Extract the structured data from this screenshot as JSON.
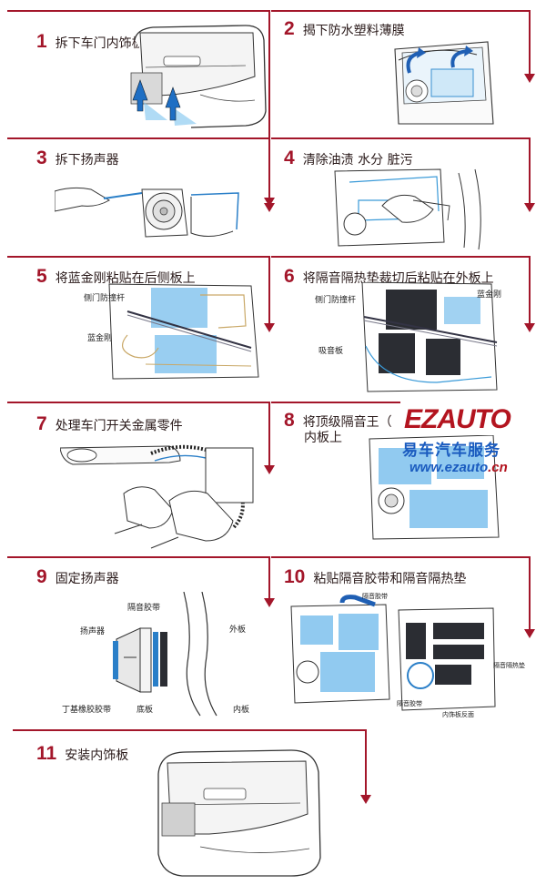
{
  "steps": [
    {
      "num": "1",
      "text": "拆下车门内饰板"
    },
    {
      "num": "2",
      "text": "揭下防水塑料薄膜"
    },
    {
      "num": "3",
      "text": "拆下扬声器"
    },
    {
      "num": "4",
      "text": "清除油渍 水分 脏污"
    },
    {
      "num": "5",
      "text": "将蓝金刚粘贴在后侧板上"
    },
    {
      "num": "6",
      "text": "将隔音隔热垫裁切后粘贴在外板上"
    },
    {
      "num": "7",
      "text": "处理车门开关金属零件"
    },
    {
      "num": "8",
      "text": "将顶级隔音王（",
      "text2": "内板上"
    },
    {
      "num": "9",
      "text": "固定扬声器"
    },
    {
      "num": "10",
      "text": "粘贴隔音胶带和隔音隔热垫"
    },
    {
      "num": "11",
      "text": "安装内饰板"
    }
  ],
  "labels": {
    "s5_rod": "侧门防撞杆",
    "s5_blue": "蓝金刚",
    "s6_rod": "侧门防撞杆",
    "s6_blue": "蓝金刚",
    "s6_absorb": "吸音板",
    "s9_tape": "隔音胶带",
    "s9_speaker": "扬声器",
    "s9_outer": "外板",
    "s9_rubber": "丁基橡胶胶带",
    "s9_base": "底板",
    "s9_inner": "内板",
    "s10_tape_top": "隔音胶带",
    "s10_pad": "隔音隔热垫",
    "s10_tape_bottom": "隔音胶带",
    "s10_back": "内饰板反面"
  },
  "watermark": {
    "logo": "EZAUTO",
    "cn": "易车汽车服务",
    "url_main": "www.ezauto",
    "url_end": ".cn"
  },
  "colors": {
    "accent_red": "#a3162a",
    "blue_material": "#62b4ea",
    "dark_pad": "#2b2d33"
  }
}
